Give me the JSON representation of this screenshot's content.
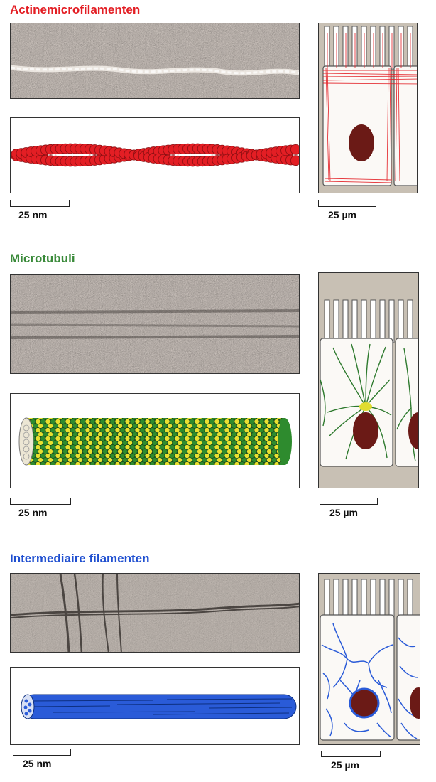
{
  "sections": [
    {
      "title": "Actinemicrofilamenten",
      "title_color": "#e31e24",
      "molecular_scale": "25 nm",
      "cellular_scale": "25 µm"
    },
    {
      "title": "Microtubuli",
      "title_color": "#3a8a3a",
      "molecular_scale": "25 nm",
      "cellular_scale": "25 µm"
    },
    {
      "title": "Intermediaire filamenten",
      "title_color": "#1f4fd0",
      "molecular_scale": "25 nm",
      "cellular_scale": "25 µm"
    }
  ],
  "colors": {
    "actin": "#e31e24",
    "tubulin_green": "#2e8b2e",
    "tubulin_yellow": "#e8e030",
    "intermediate": "#2a5bd8",
    "nucleus": "#6b1a16",
    "cell_background": "#c8c0b4"
  }
}
